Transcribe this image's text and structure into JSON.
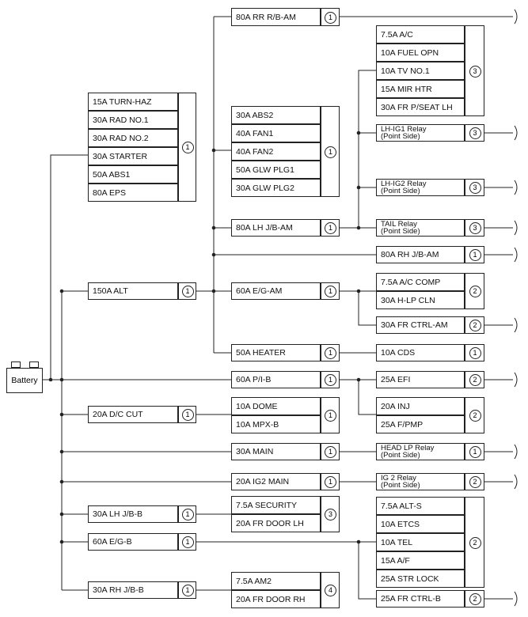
{
  "battery": {
    "label": "Battery"
  },
  "fuses": [
    {
      "id": "f-80a-rr-rb-am",
      "label": "80A RR R/B-AM"
    },
    {
      "id": "f-15a-turn-haz",
      "label": "15A TURN-HAZ"
    },
    {
      "id": "f-30a-rad-no1",
      "label": "30A RAD NO.1"
    },
    {
      "id": "f-30a-rad-no2",
      "label": "30A RAD NO.2"
    },
    {
      "id": "f-30a-starter",
      "label": "30A STARTER"
    },
    {
      "id": "f-50a-abs1",
      "label": "50A ABS1"
    },
    {
      "id": "f-80a-eps",
      "label": "80A EPS"
    },
    {
      "id": "f-30a-abs2",
      "label": "30A ABS2"
    },
    {
      "id": "f-40a-fan1",
      "label": "40A FAN1"
    },
    {
      "id": "f-40a-fan2",
      "label": "40A FAN2"
    },
    {
      "id": "f-50a-glw-plg1",
      "label": "50A GLW PLG1"
    },
    {
      "id": "f-30a-glw-plg2",
      "label": "30A GLW PLG2"
    },
    {
      "id": "f-75a-ac",
      "label": "7.5A A/C"
    },
    {
      "id": "f-10a-fuel-opn",
      "label": "10A FUEL OPN"
    },
    {
      "id": "f-10a-tv-no1",
      "label": "10A TV NO.1"
    },
    {
      "id": "f-15a-mir-htr",
      "label": "15A MIR HTR"
    },
    {
      "id": "f-30a-fr-pseat-lh",
      "label": "30A FR P/SEAT LH"
    },
    {
      "id": "f-80a-lh-jb-am",
      "label": "80A LH J/B-AM"
    },
    {
      "id": "f-80a-rh-jb-am",
      "label": "80A RH J/B-AM"
    },
    {
      "id": "f-150a-alt",
      "label": "150A ALT"
    },
    {
      "id": "f-60a-eg-am",
      "label": "60A E/G-AM"
    },
    {
      "id": "f-75a-ac-comp",
      "label": "7.5A A/C COMP"
    },
    {
      "id": "f-30a-h-lp-cln",
      "label": "30A H-LP CLN"
    },
    {
      "id": "f-30a-fr-ctrl-am",
      "label": "30A FR CTRL-AM"
    },
    {
      "id": "f-50a-heater",
      "label": "50A HEATER"
    },
    {
      "id": "f-10a-cds",
      "label": "10A CDS"
    },
    {
      "id": "f-60a-pib",
      "label": "60A P/I-B"
    },
    {
      "id": "f-25a-efi",
      "label": "25A EFI"
    },
    {
      "id": "f-20a-dc-cut",
      "label": "20A D/C CUT"
    },
    {
      "id": "f-10a-dome",
      "label": "10A DOME"
    },
    {
      "id": "f-10a-mpx-b",
      "label": "10A MPX-B"
    },
    {
      "id": "f-20a-inj",
      "label": "20A INJ"
    },
    {
      "id": "f-25a-fpmp",
      "label": "25A F/PMP"
    },
    {
      "id": "f-30a-main",
      "label": "30A MAIN"
    },
    {
      "id": "f-20a-ig2-main",
      "label": "20A IG2 MAIN"
    },
    {
      "id": "f-30a-lh-jb-b",
      "label": "30A LH J/B-B"
    },
    {
      "id": "f-75a-security",
      "label": "7.5A SECURITY"
    },
    {
      "id": "f-20a-fr-door-lh",
      "label": "20A FR DOOR LH"
    },
    {
      "id": "f-60a-eg-b",
      "label": "60A E/G-B"
    },
    {
      "id": "f-75a-alt-s",
      "label": "7.5A ALT-S"
    },
    {
      "id": "f-10a-etcs",
      "label": "10A ETCS"
    },
    {
      "id": "f-10a-tel",
      "label": "10A TEL"
    },
    {
      "id": "f-15a-af",
      "label": "15A A/F"
    },
    {
      "id": "f-25a-str-lock",
      "label": "25A STR LOCK"
    },
    {
      "id": "f-30a-rh-jb-b",
      "label": "30A RH J/B-B"
    },
    {
      "id": "f-75a-am2",
      "label": "7.5A AM2"
    },
    {
      "id": "f-20a-fr-door-rh",
      "label": "20A FR DOOR RH"
    },
    {
      "id": "f-25a-fr-ctrl-b",
      "label": "25A FR CTRL-B"
    }
  ],
  "relays": [
    {
      "id": "r-lh-ig1",
      "line1": "LH-IG1 Relay",
      "line2": "(Point Side)"
    },
    {
      "id": "r-lh-ig2",
      "line1": "LH-IG2 Relay",
      "line2": "(Point Side)"
    },
    {
      "id": "r-tail",
      "line1": "TAIL Relay",
      "line2": "(Point Side)"
    },
    {
      "id": "r-head-lp",
      "line1": "HEAD LP Relay",
      "line2": "(Point Side)"
    },
    {
      "id": "r-ig2",
      "line1": "IG 2 Relay",
      "line2": "(Point Side)"
    }
  ],
  "markers": [
    {
      "id": "m-rr-rb-am",
      "value": "1"
    },
    {
      "id": "m-group-turn",
      "value": "1"
    },
    {
      "id": "m-group-abs2",
      "value": "1"
    },
    {
      "id": "m-group-ac",
      "value": "3"
    },
    {
      "id": "m-lh-ig1",
      "value": "3"
    },
    {
      "id": "m-lh-ig2",
      "value": "3"
    },
    {
      "id": "m-lh-jb-am",
      "value": "1"
    },
    {
      "id": "m-tail",
      "value": "3"
    },
    {
      "id": "m-rh-jb-am",
      "value": "1"
    },
    {
      "id": "m-alt",
      "value": "1"
    },
    {
      "id": "m-eg-am",
      "value": "1"
    },
    {
      "id": "m-group-ac-comp",
      "value": "2"
    },
    {
      "id": "m-fr-ctrl-am",
      "value": "2"
    },
    {
      "id": "m-heater",
      "value": "1"
    },
    {
      "id": "m-cds",
      "value": "1"
    },
    {
      "id": "m-pib",
      "value": "1"
    },
    {
      "id": "m-efi",
      "value": "2"
    },
    {
      "id": "m-dc-cut",
      "value": "1"
    },
    {
      "id": "m-group-dome",
      "value": "1"
    },
    {
      "id": "m-group-inj",
      "value": "2"
    },
    {
      "id": "m-main",
      "value": "1"
    },
    {
      "id": "m-head-lp",
      "value": "1"
    },
    {
      "id": "m-ig2-main",
      "value": "1"
    },
    {
      "id": "m-ig2",
      "value": "2"
    },
    {
      "id": "m-lh-jb-b",
      "value": "1"
    },
    {
      "id": "m-group-security",
      "value": "3"
    },
    {
      "id": "m-eg-b",
      "value": "1"
    },
    {
      "id": "m-group-alt-s",
      "value": "2"
    },
    {
      "id": "m-rh-jb-b",
      "value": "1"
    },
    {
      "id": "m-group-am2",
      "value": "4"
    },
    {
      "id": "m-fr-ctrl-b",
      "value": "2"
    }
  ]
}
